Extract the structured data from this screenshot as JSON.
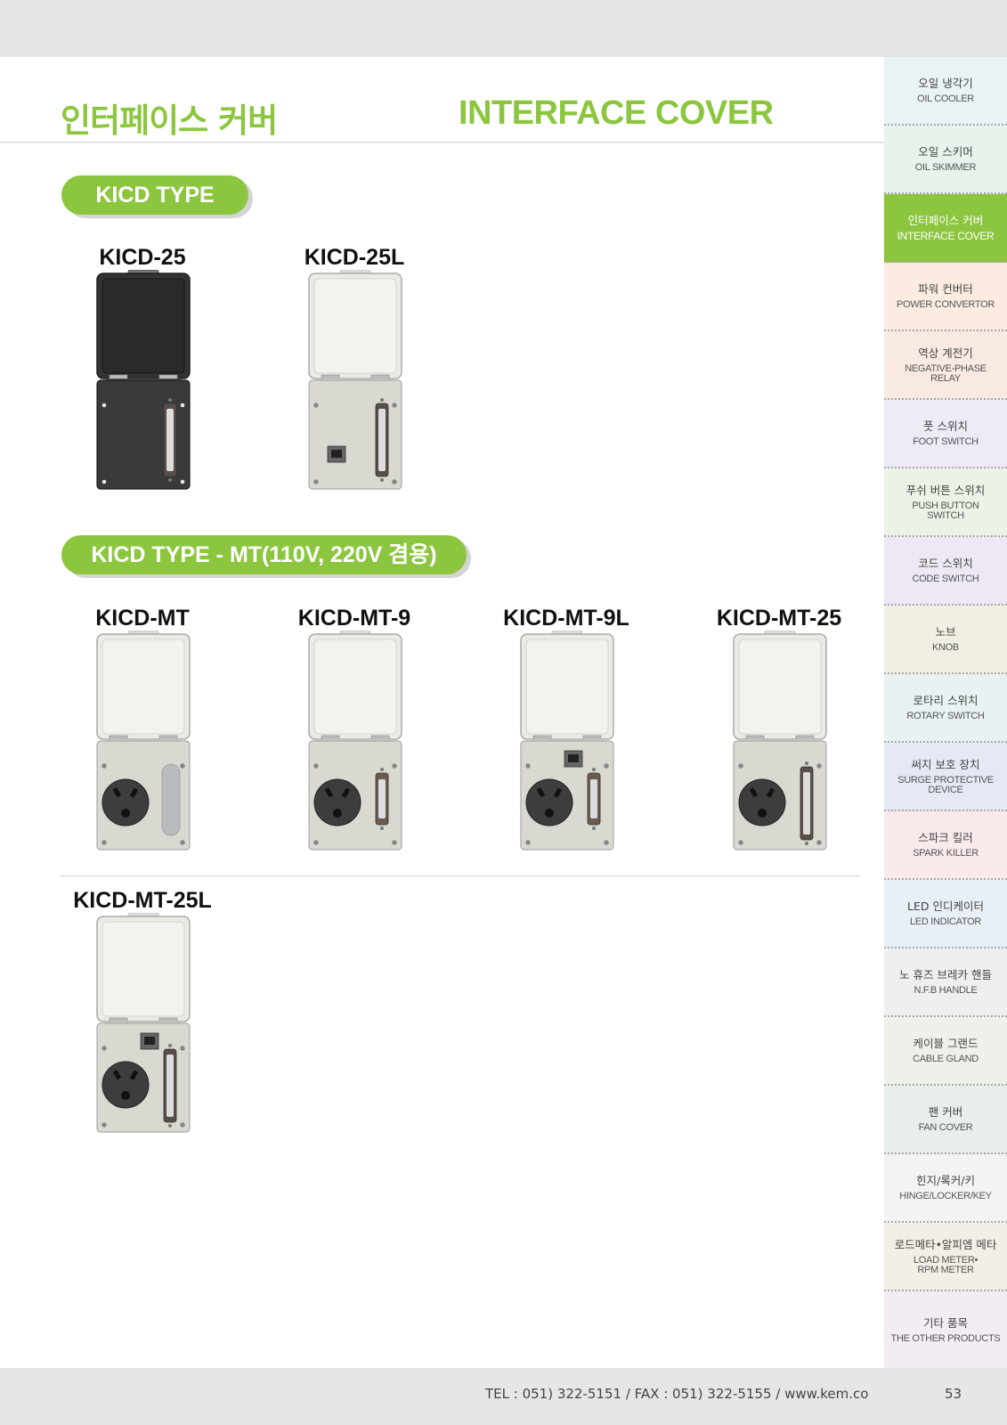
{
  "header": {
    "title_ko": "인터페이스 커버",
    "title_en": "INTERFACE COVER"
  },
  "colors": {
    "accent": "#8cc63f",
    "panel_dark": "#3a3a3a",
    "panel_light": "#d9d9d2",
    "lid_light": "#ebebe6"
  },
  "sections": [
    {
      "label": "KICD TYPE",
      "products": [
        {
          "name": "KICD-25",
          "finish": "dark",
          "parts": [
            "db25"
          ]
        },
        {
          "name": "KICD-25L",
          "finish": "light",
          "parts": [
            "db25",
            "lan"
          ]
        }
      ]
    },
    {
      "label": "KICD TYPE - MT(110V, 220V 겸용)",
      "products": [
        {
          "name": "KICD-MT",
          "finish": "light",
          "parts": [
            "outlet",
            "blank"
          ]
        },
        {
          "name": "KICD-MT-9",
          "finish": "light",
          "parts": [
            "outlet",
            "db9"
          ]
        },
        {
          "name": "KICD-MT-9L",
          "finish": "light",
          "parts": [
            "outlet",
            "db9",
            "lan"
          ]
        },
        {
          "name": "KICD-MT-25",
          "finish": "light",
          "parts": [
            "outlet",
            "db25"
          ]
        },
        {
          "name": "KICD-MT-25L",
          "finish": "light",
          "parts": [
            "outlet",
            "db25",
            "lan"
          ]
        }
      ]
    }
  ],
  "sidebar": {
    "items": [
      {
        "ko": "오일 냉각기",
        "en": "OIL COOLER",
        "color": "#e9f3f5"
      },
      {
        "ko": "오일 스키머",
        "en": "OIL SKIMMER",
        "color": "#e8f3ec"
      },
      {
        "ko": "인터페이스 커버",
        "en": "INTERFACE COVER",
        "color": "#8cc63f",
        "active": true
      },
      {
        "ko": "파워 컨버터",
        "en": "POWER CONVERTOR",
        "color": "#fbebe1"
      },
      {
        "ko": "역상 계전기",
        "en": "NEGATIVE-PHASE\nRELAY",
        "color": "#f8e9e2"
      },
      {
        "ko": "풋 스위치",
        "en": "FOOT SWITCH",
        "color": "#ecebf6"
      },
      {
        "ko": "푸쉬 버튼 스위치",
        "en": "PUSH BUTTON\nSWITCH",
        "color": "#ebf2e6"
      },
      {
        "ko": "코드 스위치",
        "en": "CODE SWITCH",
        "color": "#ede8f3"
      },
      {
        "ko": "노브",
        "en": "KNOB",
        "color": "#f1efe3"
      },
      {
        "ko": "로타리 스위치",
        "en": "ROTARY SWITCH",
        "color": "#e8f2f3"
      },
      {
        "ko": "써지 보호 장치",
        "en": "SURGE PROTECTIVE\nDEVICE",
        "color": "#e5e9f3"
      },
      {
        "ko": "스파크 킬러",
        "en": "SPARK KILLER",
        "color": "#fbeaec"
      },
      {
        "ko": "LED 인디케이터",
        "en": "LED INDICATOR",
        "color": "#e9eff7"
      },
      {
        "ko": "노 휴즈 브레카 핸들",
        "en": "N.F.B HANDLE",
        "color": "#efefef"
      },
      {
        "ko": "케이블 그랜드",
        "en": "CABLE GLAND",
        "color": "#eef1ea"
      },
      {
        "ko": "팬 커버",
        "en": "FAN COVER",
        "color": "#e8eeec"
      },
      {
        "ko": "힌지/록커/키",
        "en": "HINGE/LOCKER/KEY",
        "color": "#f3f3f3"
      },
      {
        "ko": "로드메타•알피엠 메타",
        "en": "LOAD METER•\nRPM METER",
        "color": "#f3efe6"
      },
      {
        "ko": "기타 품목",
        "en": "THE OTHER PRODUCTS",
        "color": "#f3ecf3"
      }
    ]
  },
  "footer": {
    "contact": "TEL : 051) 322-5151 / FAX : 051) 322-5155 / www.kem.co",
    "page_number": "53"
  }
}
